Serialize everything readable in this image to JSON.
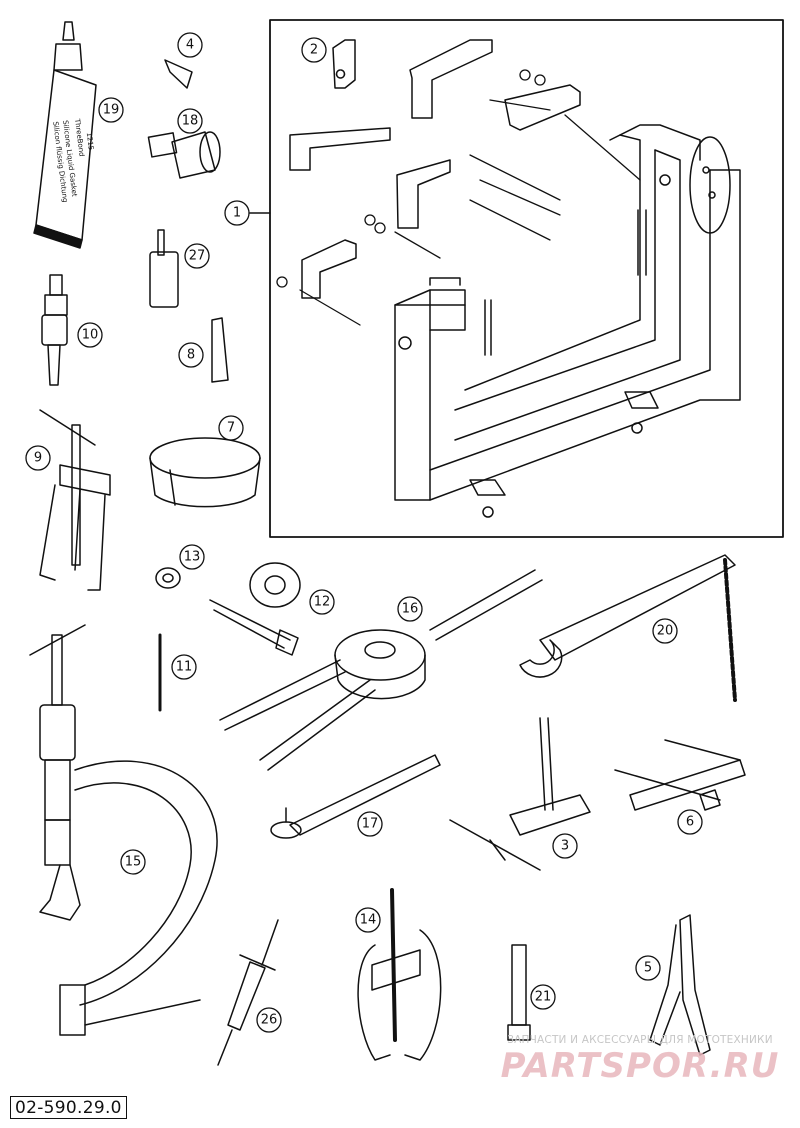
{
  "diagram_code": "02-590.29.0",
  "callouts": [
    "1",
    "2",
    "3",
    "4",
    "5",
    "6",
    "7",
    "8",
    "9",
    "10",
    "11",
    "12",
    "13",
    "14",
    "15",
    "16",
    "17",
    "18",
    "19",
    "20",
    "21",
    "26",
    "27"
  ],
  "tube_brand": "ThreeBond",
  "tube_number": "1215",
  "tube_desc_1": "Silicone Liquid Gasket",
  "tube_desc_2": "Silicon flüssig Dichtung",
  "watermark_sub": "ЗАПЧАСТИ И АКСЕССУАРЫ ДЛЯ МОТОТЕХНИКИ",
  "watermark_main": "PARTSPOR.RU"
}
